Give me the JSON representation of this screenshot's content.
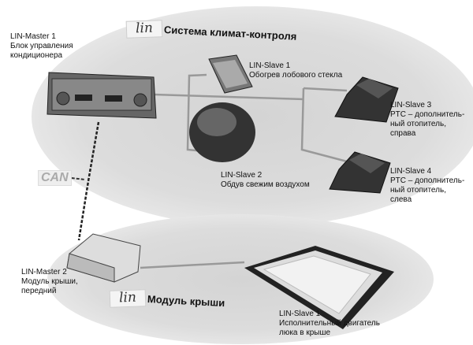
{
  "climate": {
    "logo": "lin",
    "title": "Система климат-контроля",
    "master1": {
      "name": "LIN-Master 1",
      "desc": "Блок управления\nкондиционера"
    },
    "slave1": {
      "name": "LIN-Slave 1",
      "desc": "Обогрев лобового стекла"
    },
    "slave2": {
      "name": "LIN-Slave 2",
      "desc": "Обдув свежим воздухом"
    },
    "slave3": {
      "name": "LIN-Slave 3",
      "desc": "PTC – дополнитель-\nный отопитель,\nсправа"
    },
    "slave4": {
      "name": "LIN-Slave 4",
      "desc": "PTC – дополнитель-\nный отопитель,\nслева"
    }
  },
  "can_label": "CAN",
  "roof": {
    "logo": "lin",
    "title": "Модуль крыши",
    "master2": {
      "name": "LIN-Master 2",
      "desc": "Модуль крыши,\nпередний"
    },
    "slave1": {
      "name": "LIN-Slave 1",
      "desc": "Исполнительный двигатель\nлюка в крыше"
    }
  }
}
